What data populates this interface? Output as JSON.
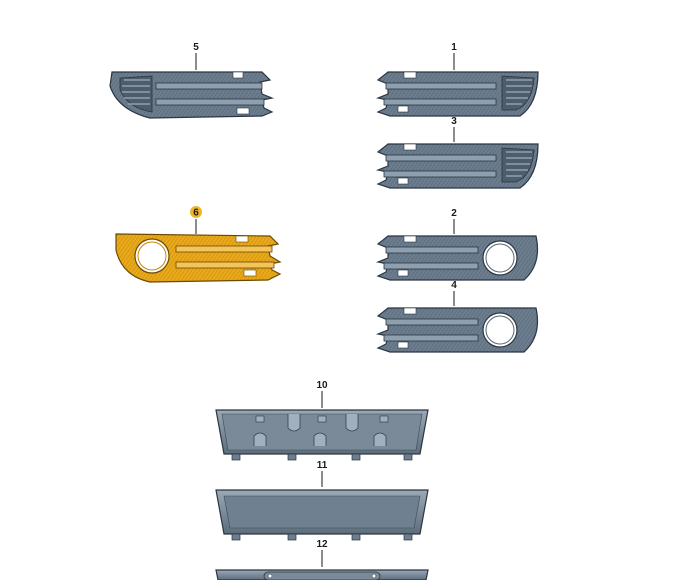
{
  "diagram": {
    "parts": [
      {
        "number": "1",
        "name": "fog-grille-right-open"
      },
      {
        "number": "2",
        "name": "fog-grille-right-ring"
      },
      {
        "number": "3",
        "name": "fog-grille-right-open-variant"
      },
      {
        "number": "4",
        "name": "fog-grille-right-ring-variant"
      },
      {
        "number": "5",
        "name": "fog-grille-left-open"
      },
      {
        "number": "6",
        "name": "fog-grille-left-ring-highlighted",
        "highlighted": true
      },
      {
        "number": "10",
        "name": "license-plate-base-ribbed"
      },
      {
        "number": "11",
        "name": "license-plate-base-plain"
      },
      {
        "number": "12",
        "name": "license-plate-base-bracket"
      }
    ],
    "colors": {
      "part_fill": "#6b7d8e",
      "part_stroke": "#2a3640",
      "slat_fill": "#8ea0b0",
      "highlight_fill": "#e8a91c",
      "highlight_stroke": "#6b4a00",
      "badge_fill": "#f0b429"
    }
  }
}
